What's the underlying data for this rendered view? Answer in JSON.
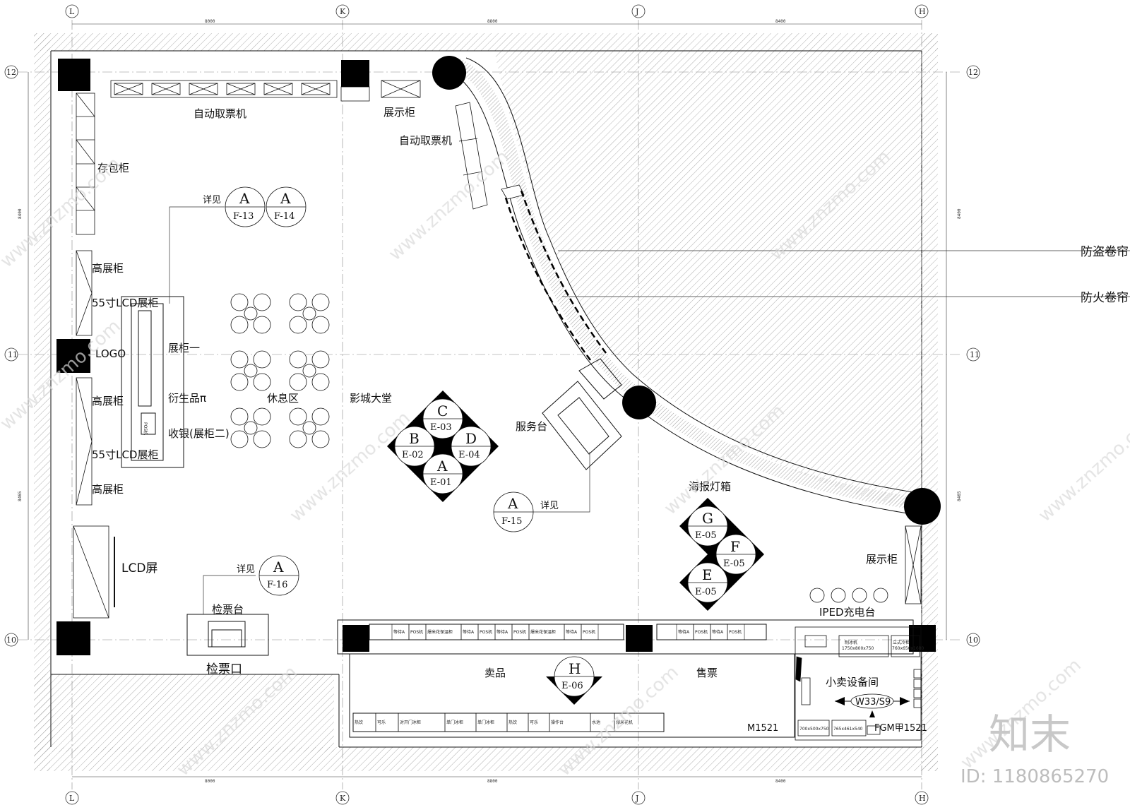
{
  "axes": {
    "columns": [
      "L",
      "K",
      "J",
      "H"
    ],
    "rows": [
      "12",
      "11",
      "10"
    ],
    "top_dims": [
      "8000",
      "8800",
      "8400"
    ],
    "bottom_dims": [
      "8000",
      "8800",
      "8400"
    ],
    "side_dims": [
      "8400",
      "8465"
    ]
  },
  "labels": {
    "ticket_machine_1": "自动取票机",
    "display_cabinet_top": "展示柜",
    "ticket_machine_2": "自动取票机",
    "locker": "存包柜",
    "tall_cabinet_1": "高展柜",
    "lcd_cabinet_1": "55寸LCD展柜",
    "logo": "LOGO",
    "tall_cabinet_2": "高展柜",
    "lcd_cabinet_2": "55寸LCD展柜",
    "tall_cabinet_3": "高展柜",
    "cabinet_one": "展柜一",
    "derivatives": "衍生品π",
    "cashier": "收银(展柜二)",
    "lounge": "休息区",
    "lobby": "影城大堂",
    "service_desk": "服务台",
    "anti_theft_shutter": "防盗卷帘",
    "fire_shutter": "防火卷帘",
    "poster_lightbox": "海报灯箱",
    "display_cabinet_right": "展示柜",
    "iped": "IPED充电台",
    "lcd_screen": "LCD屏",
    "check_desk": "检票台",
    "check_gate": "检票口",
    "snacks": "卖品",
    "tickets": "售票",
    "equipment_room": "小卖设备间",
    "door_m": "M1521",
    "door_fgm": "FGM甲1521",
    "see_detail": "详见",
    "door_code": "W33/S9"
  },
  "detail_tags": {
    "a_f13": {
      "letter": "A",
      "code": "F-13"
    },
    "a_f14": {
      "letter": "A",
      "code": "F-14"
    },
    "a_f15": {
      "letter": "A",
      "code": "F-15"
    },
    "a_f16": {
      "letter": "A",
      "code": "F-16"
    }
  },
  "elevation_tags": {
    "c": {
      "letter": "C",
      "code": "E-03"
    },
    "b": {
      "letter": "B",
      "code": "E-02"
    },
    "d": {
      "letter": "D",
      "code": "E-04"
    },
    "a": {
      "letter": "A",
      "code": "E-01"
    },
    "g": {
      "letter": "G",
      "code": "E-05"
    },
    "f": {
      "letter": "F",
      "code": "E-05"
    },
    "e": {
      "letter": "E",
      "code": "E-05"
    },
    "h": {
      "letter": "H",
      "code": "E-06"
    }
  },
  "counter_front_items": [
    "等待A",
    "POS机",
    "爆米花保温柜",
    "等待A",
    "POS机",
    "等待A",
    "POS机",
    "爆米花保温柜",
    "等待A",
    "POS机"
  ],
  "counter_front_right_items": [
    "等待A",
    "POS机",
    "等待A",
    "POS机"
  ],
  "counter_back_items": [
    "热饮",
    "可乐",
    "对开门冰柜",
    "单门冰柜",
    "单门冰柜",
    "热饮",
    "可乐",
    "操作台",
    "水池",
    "爆米花机"
  ],
  "cashier_tag": "POS机",
  "room_small_texts": [
    "制冰机",
    "1750x800x750",
    "立式冷柜",
    "760x650x1680",
    "700x500x750",
    "765x461x540"
  ],
  "watermark": "www.znzmo.com",
  "brand": {
    "name": "知末",
    "id": "ID: 1180865270"
  }
}
